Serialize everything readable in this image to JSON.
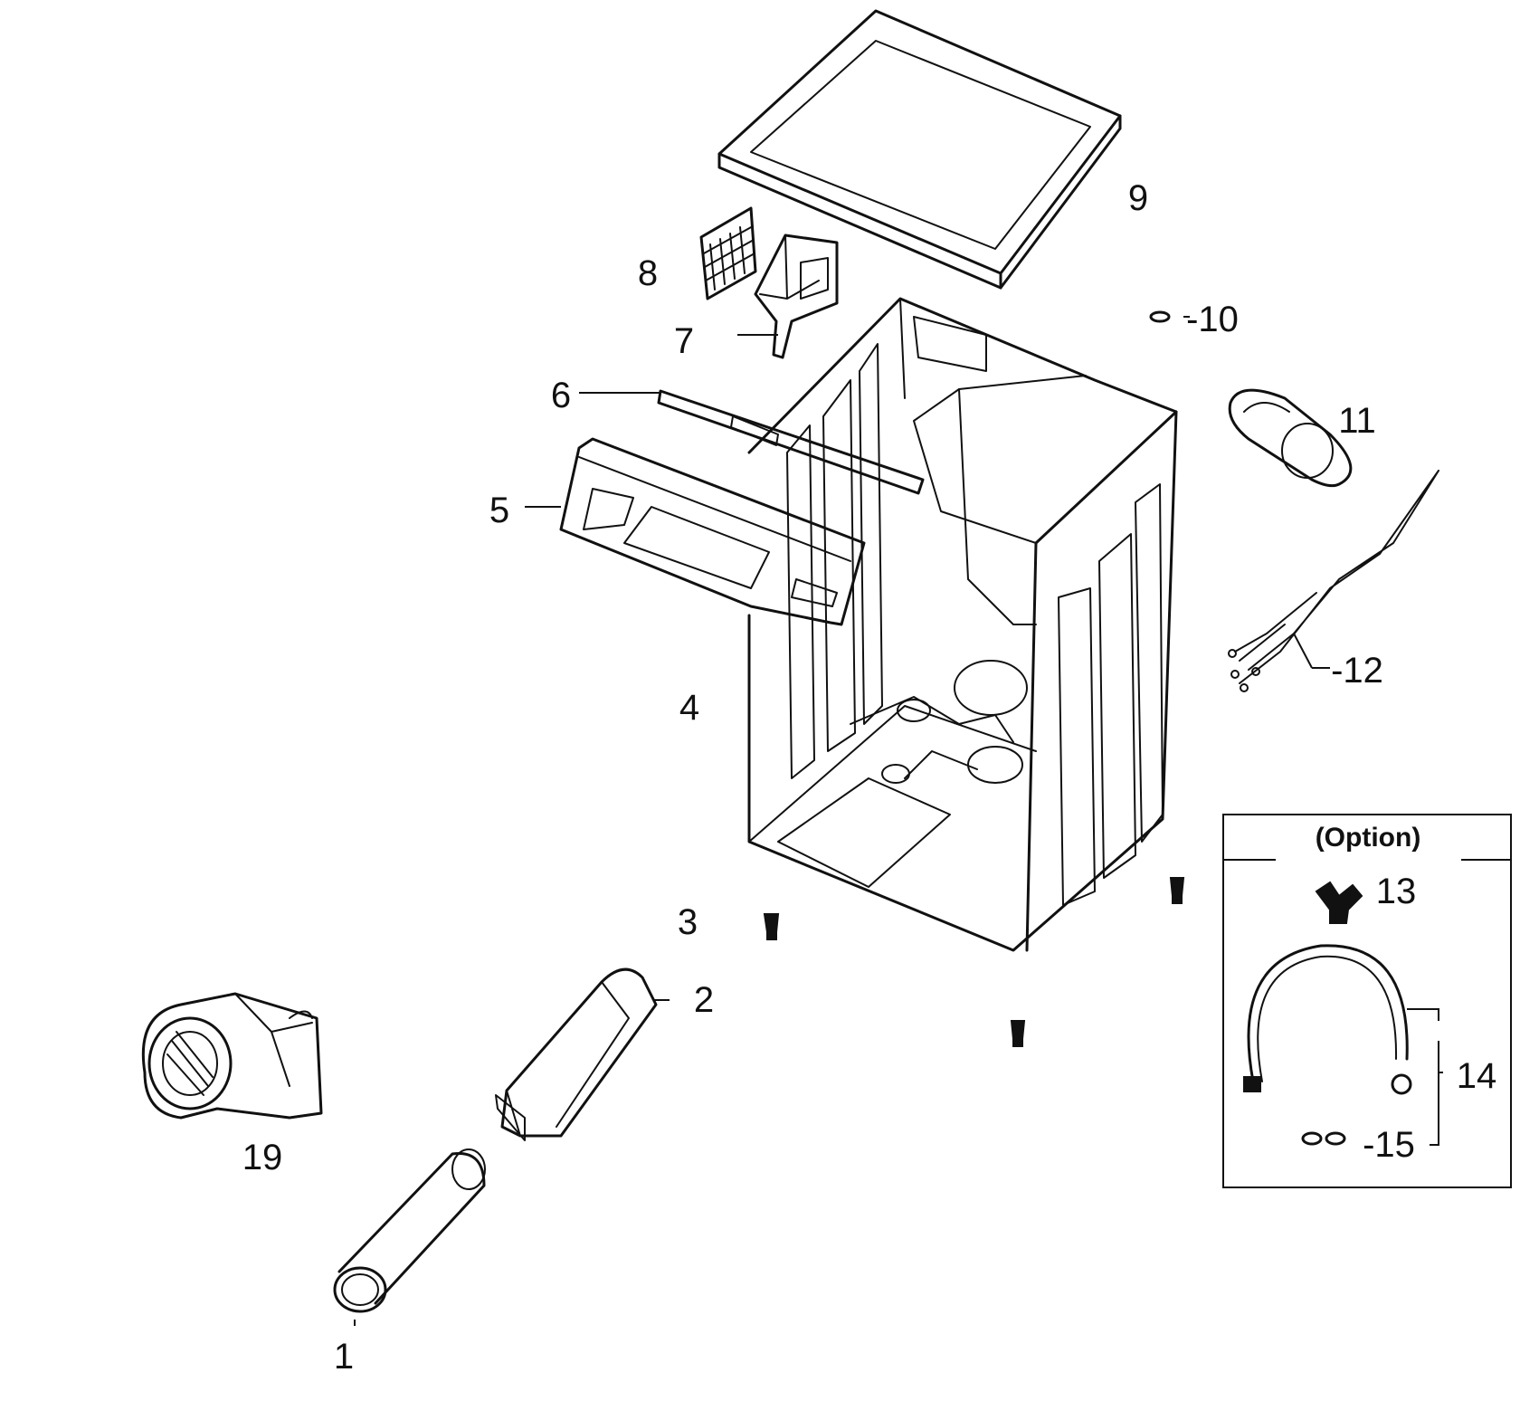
{
  "option_label": "(Option)",
  "labels": {
    "p1": "1",
    "p2": "2",
    "p3": "3",
    "p4": "4",
    "p5": "5",
    "p6": "6",
    "p7": "7",
    "p8": "8",
    "p9": "9",
    "p10": "-10",
    "p11": "11",
    "p12": "-12",
    "p13": "13",
    "p14": "14",
    "p15": "-15",
    "p19": "19"
  }
}
